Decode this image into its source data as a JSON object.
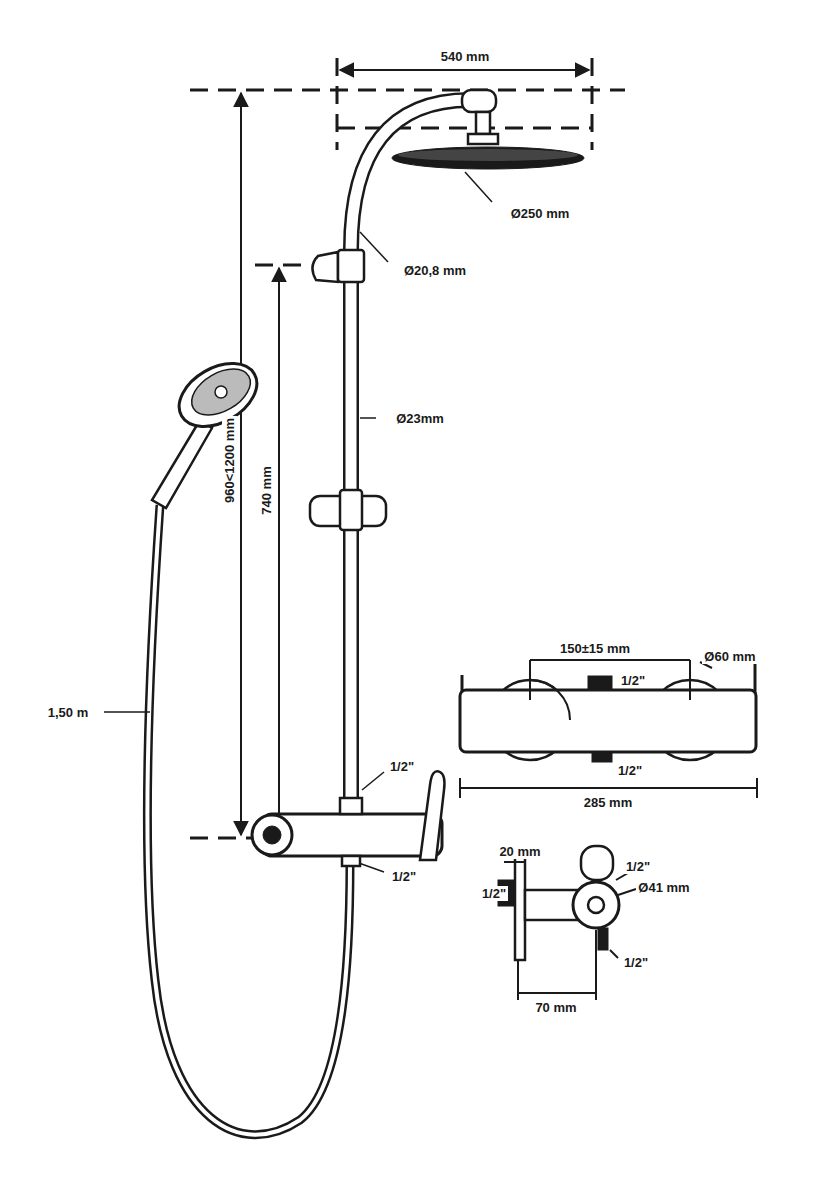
{
  "diagram": {
    "labels": [
      "540 mm",
      "Ø250 mm",
      "Ø20,8 mm",
      "960<1200 mm",
      "740 mm",
      "Ø23mm",
      "1,50 m",
      "1/2\"",
      "1/2\"",
      "150±15 mm",
      "Ø60 mm",
      "1/2\"",
      "1/2\"",
      "285 mm",
      "20 mm",
      "1/2\"",
      "Ø41 mm",
      "1/2\"",
      "1/2\"",
      "70 mm"
    ]
  }
}
